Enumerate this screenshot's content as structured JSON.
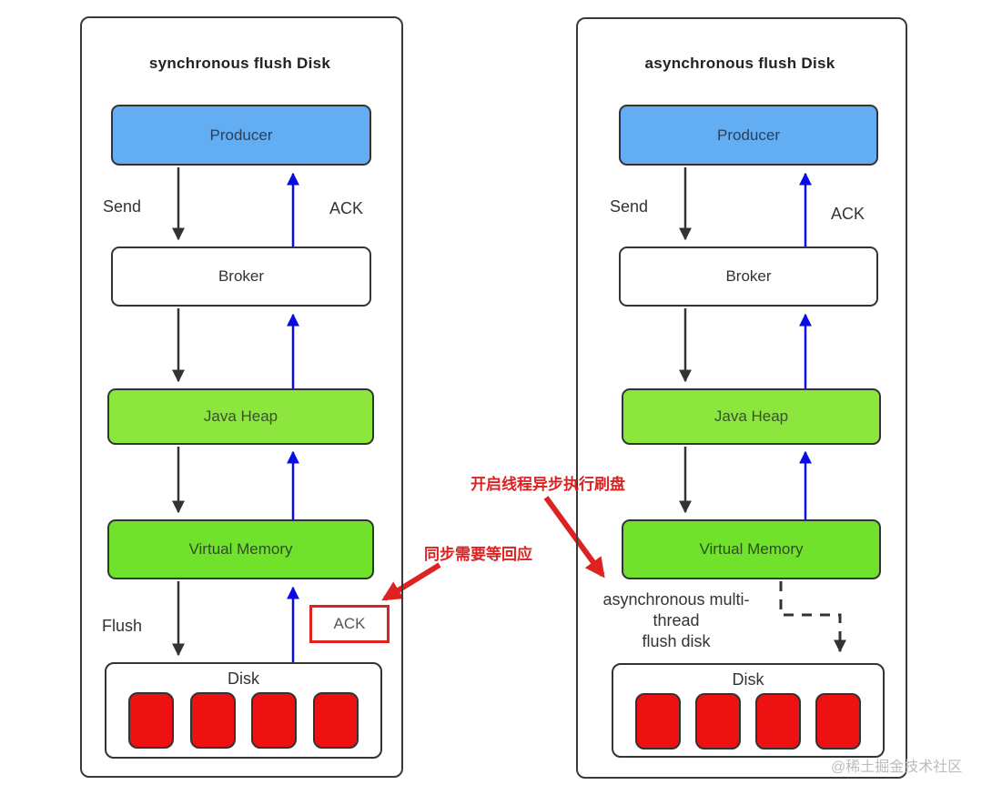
{
  "watermark": "@稀土掘金技术社区",
  "annotations": {
    "async_thread": "开启线程异步执行刷盘",
    "sync_wait": "同步需要等回应"
  },
  "left_panel": {
    "title": "synchronous flush Disk",
    "boxes": {
      "producer": "Producer",
      "broker": "Broker",
      "java_heap": "Java Heap",
      "virtual_memory": "Virtual Memory",
      "disk": "Disk"
    },
    "labels": {
      "send": "Send",
      "ack": "ACK",
      "flush": "Flush",
      "ack_box": "ACK"
    }
  },
  "right_panel": {
    "title": "asynchronous flush Disk",
    "boxes": {
      "producer": "Producer",
      "broker": "Broker",
      "java_heap": "Java Heap",
      "virtual_memory": "Virtual Memory",
      "disk": "Disk"
    },
    "labels": {
      "send": "Send",
      "ack": "ACK"
    },
    "async_note_lines": [
      "asynchronous multi-",
      "thread",
      "flush disk"
    ]
  },
  "colors": {
    "producer_fill": "#63AEF3",
    "java_heap_fill": "#8DE63E",
    "virtual_memory_fill": "#70E22B",
    "disk_block_fill": "#EE1111",
    "ack_highlight_border": "#DD2222",
    "annotation_red": "#DD2222",
    "arrow_black": "#333333",
    "arrow_blue": "#0A0AE6",
    "border_dark": "#333333"
  }
}
